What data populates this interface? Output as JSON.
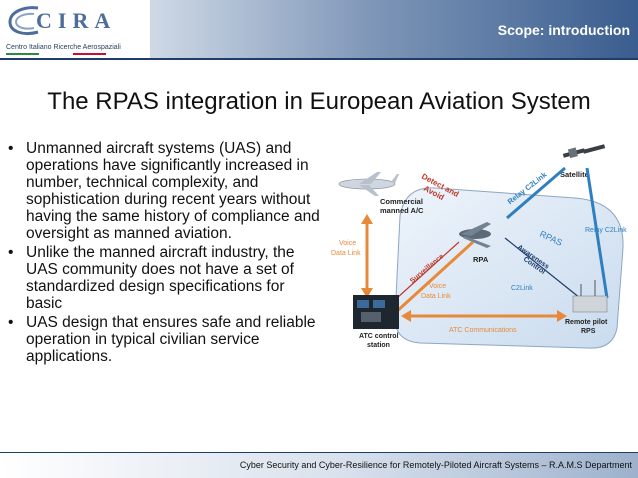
{
  "header": {
    "logo_text": "CIRA",
    "logo_subtitle": "Centro Italiano Ricerche Aerospaziali",
    "section": "Scope: introduction"
  },
  "title": "The RPAS integration in European Aviation System",
  "bullets": [
    "Unmanned aircraft systems (UAS) and operations have significantly increased in number, technical complexity, and sophistication during recent years without having the same history of compliance and oversight as manned aviation.",
    "Unlike the manned aircraft industry, the UAS community does not have a set of standardized design specifications for basic",
    "UAS design that ensures safe and reliable operation in typical civilian service applications."
  ],
  "diagram": {
    "commercial": "Commercial",
    "manned": "manned A/C",
    "detect": "Detect and",
    "avoid": "Avoid",
    "relay_c2link": "Relay C2Link",
    "relay_c2link_side": "Relay C2Link",
    "satellite": "Satellite",
    "rpas": "RPAS",
    "voice": "Voice",
    "data_link": "Data Link",
    "surveillance": "Surveillance",
    "rpa": "RPA",
    "awareness": "Awareness",
    "control": "Control",
    "voice2": "Voice",
    "data_link2": "Data Link",
    "c2link": "C2Link",
    "atc_comm": "ATC Communications",
    "atc_control": "ATC control",
    "station": "station",
    "remote_pilot": "Remote pilot",
    "rps": "RPS"
  },
  "footer": "Cyber Security and Cyber-Resilience for Remotely-Piloted Aircraft Systems – R.A.M.S Department",
  "colors": {
    "orange": "#e8893a",
    "red_label": "#c0392b",
    "blue_label": "#2f7fc0",
    "navy": "#1e3d6b"
  }
}
